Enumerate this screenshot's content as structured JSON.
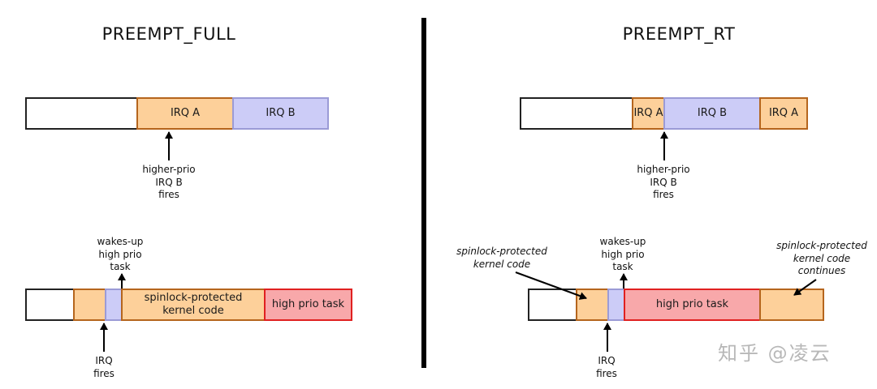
{
  "left": {
    "title": "PREEMPT_FULL",
    "top_row": {
      "segments": [
        "",
        "IRQ A",
        "IRQ B"
      ],
      "annotation": [
        "higher-prio",
        "IRQ B",
        "fires"
      ]
    },
    "bottom_row": {
      "segments": [
        "",
        "",
        "",
        "spinlock-protected\nkernel code",
        "high prio task"
      ],
      "wake_label": [
        "wakes-up",
        "high prio",
        "task"
      ],
      "irq_label": [
        "IRQ",
        "fires"
      ]
    }
  },
  "right": {
    "title": "PREEMPT_RT",
    "top_row": {
      "segments": [
        "",
        "IRQ A",
        "IRQ B",
        "IRQ A"
      ],
      "annotation": [
        "higher-prio",
        "IRQ B",
        "fires"
      ]
    },
    "bottom_row": {
      "segments": [
        "",
        "",
        "",
        "high prio task",
        ""
      ],
      "spinlock_label": [
        "spinlock-protected",
        "kernel code"
      ],
      "wake_label": [
        "wakes-up",
        "high prio",
        "task"
      ],
      "continues_label": [
        "spinlock-protected",
        "kernel code",
        "continues"
      ],
      "irq_label": [
        "IRQ",
        "fires"
      ]
    }
  },
  "watermark": "知乎 @凌云",
  "colors": {
    "irq_a": "#fdd09a",
    "irq_b": "#ccccf7",
    "high_prio_task": "#f8a8aa",
    "kernel_code": "#fdd09a",
    "idle": "#ffffff",
    "divider": "#000000"
  }
}
